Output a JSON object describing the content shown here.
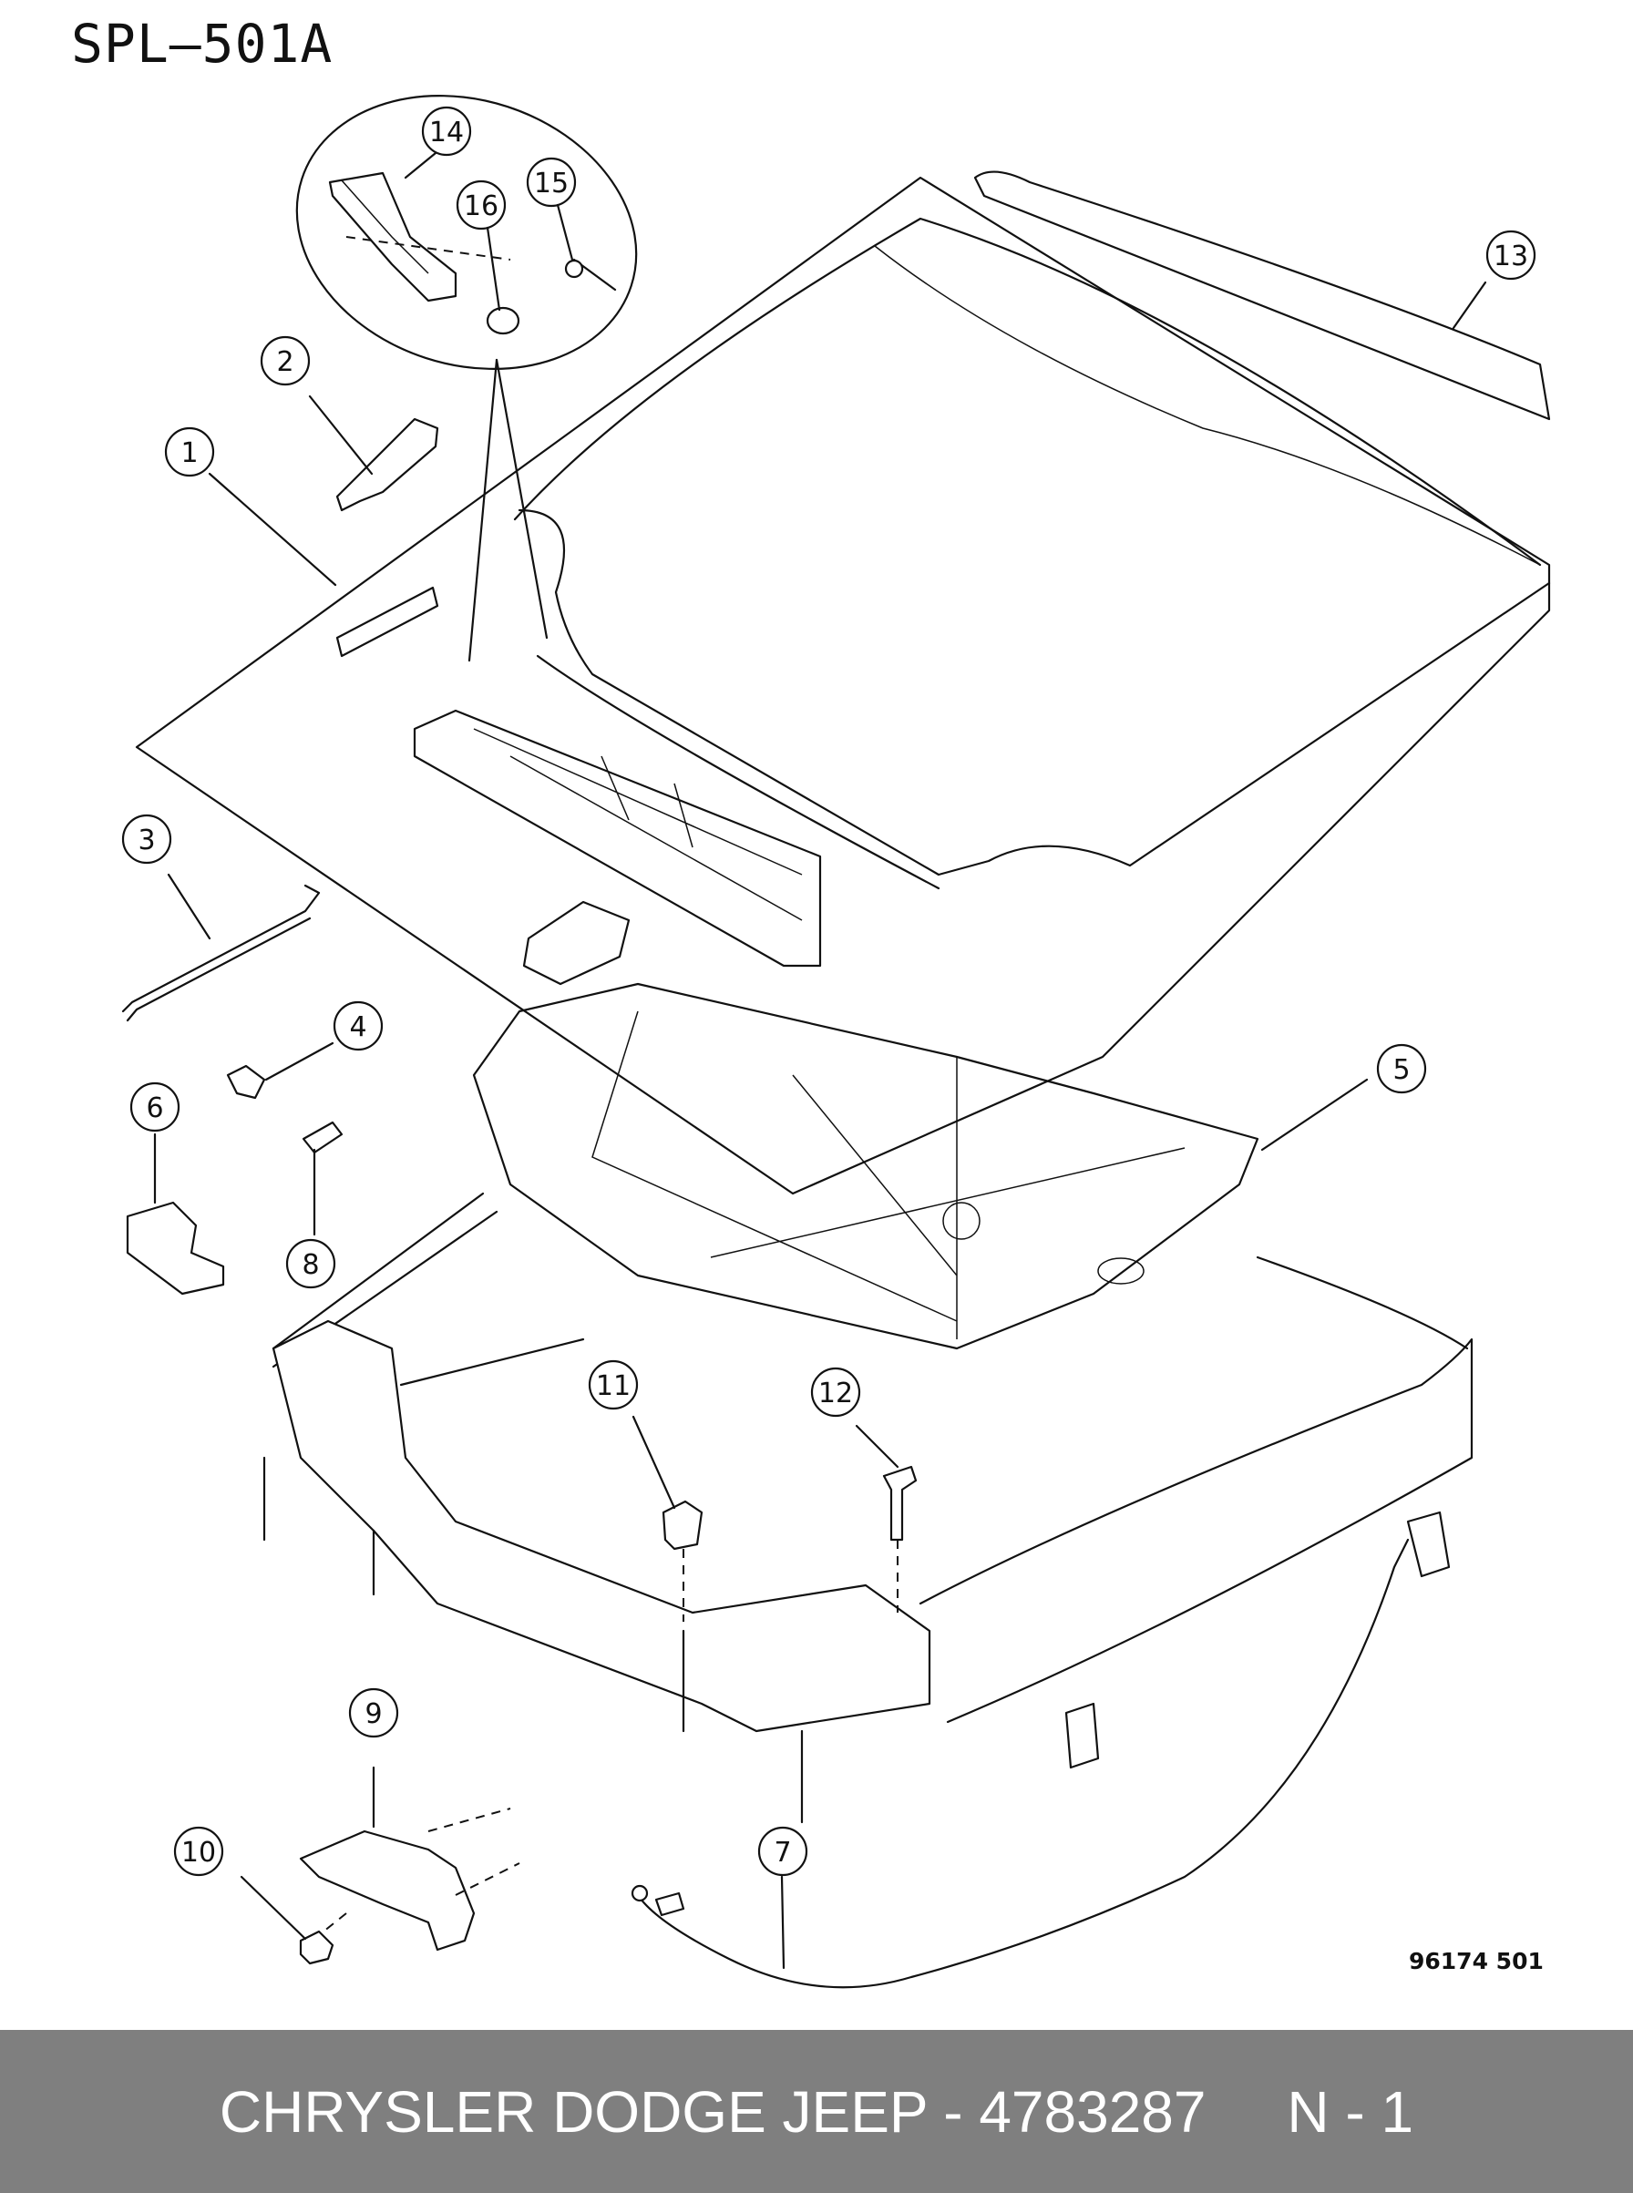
{
  "diagram": {
    "title": "SPL–501A",
    "drawing_number": "96174  501",
    "callouts": [
      "1",
      "2",
      "3",
      "4",
      "5",
      "6",
      "7",
      "8",
      "9",
      "10",
      "11",
      "12",
      "13",
      "14",
      "15",
      "16"
    ]
  },
  "footer": {
    "text": "CHRYSLER DODGE JEEP - 4783287     N - 1",
    "background": "#7f7f7f",
    "text_color": "#ffffff"
  }
}
